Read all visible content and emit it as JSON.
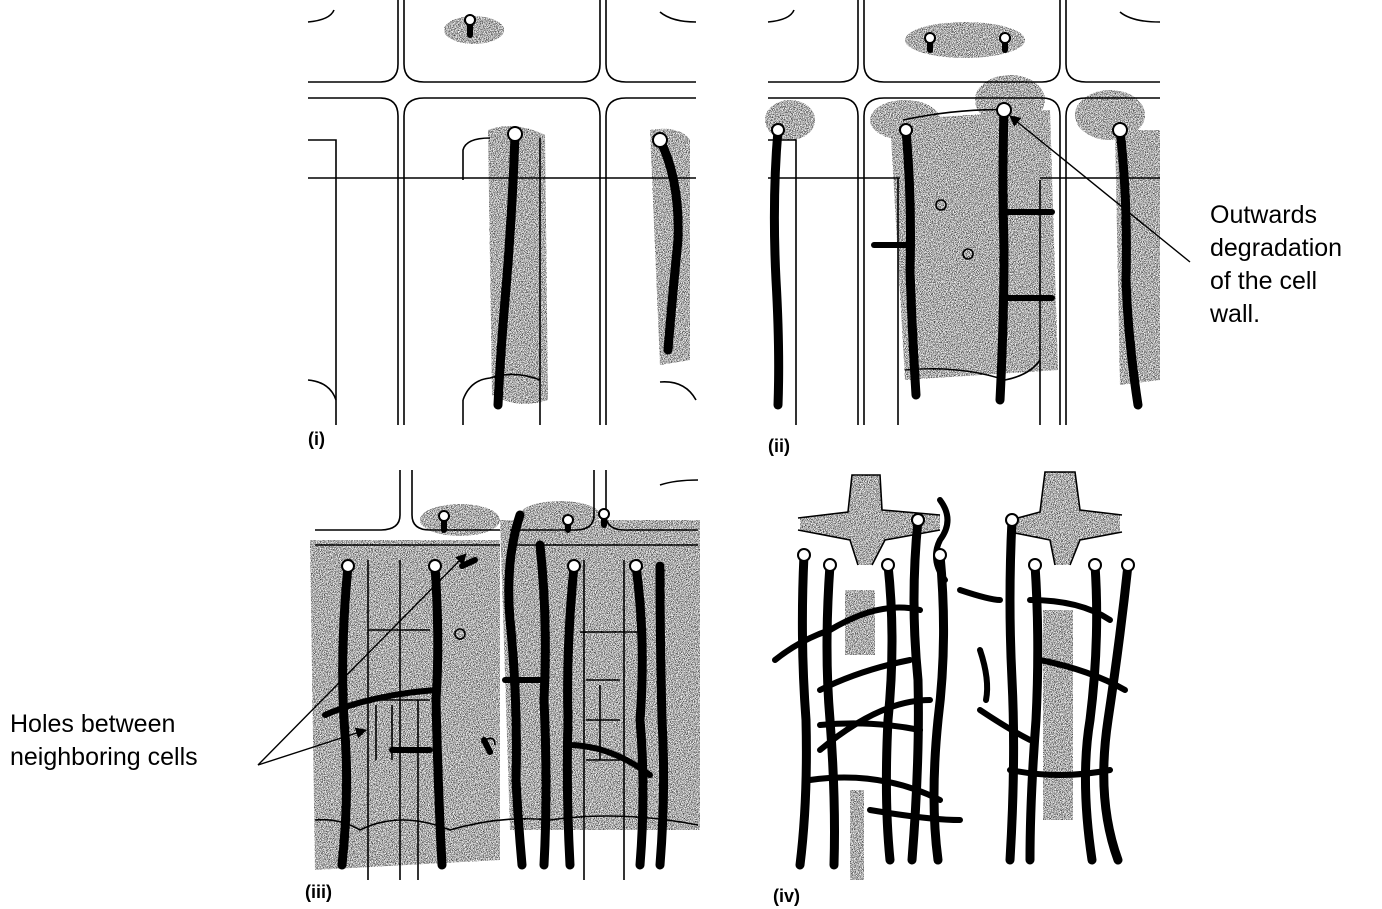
{
  "panels": [
    {
      "label": "(i)"
    },
    {
      "label": "(ii)"
    },
    {
      "label": "(iii)"
    },
    {
      "label": "(iv)"
    }
  ],
  "annotations": {
    "outwards": [
      "Outwards",
      "degradation",
      "of the cell",
      "wall."
    ],
    "holes": [
      "Holes between",
      "neighboring cells"
    ]
  }
}
